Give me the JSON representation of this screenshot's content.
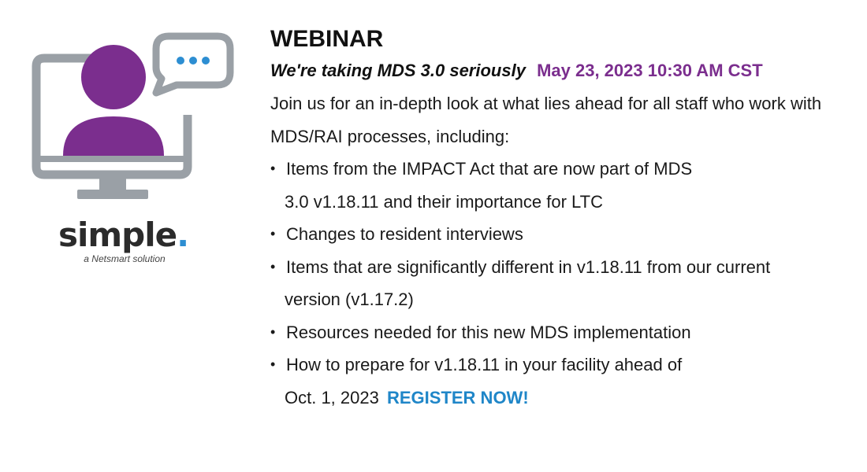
{
  "brand": {
    "name": "simple",
    "tagline": "a Netsmart solution",
    "colors": {
      "purple": "#7b2e8e",
      "gray": "#9aa0a6",
      "blue": "#2d8ed2"
    }
  },
  "icons": [
    "monitor-icon",
    "person-icon",
    "chat-bubble-icon"
  ],
  "webinar": {
    "label": "WEBINAR",
    "title": "We're taking MDS 3.0 seriously",
    "datetime": "May 23, 2023 10:30 AM CST",
    "intro": "Join us for an in-depth look at what lies ahead for all staff who work with MDS/RAI processes, including:",
    "topics": [
      {
        "line1": "Items from the IMPACT Act that are now part of MDS",
        "line2": "3.0 v1.18.11 and their importance for LTC"
      },
      {
        "line1": "Changes to resident interviews",
        "line2": ""
      },
      {
        "line1": "Items that are significantly different in v1.18.11 from our current",
        "line2": "version (v1.17.2)"
      },
      {
        "line1": "Resources needed for this new MDS implementation",
        "line2": ""
      },
      {
        "line1": "How to prepare for v1.18.11 in your facility ahead of",
        "line2": "Oct. 1, 2023"
      }
    ],
    "bullet": "•",
    "register_label": "REGISTER NOW!"
  }
}
